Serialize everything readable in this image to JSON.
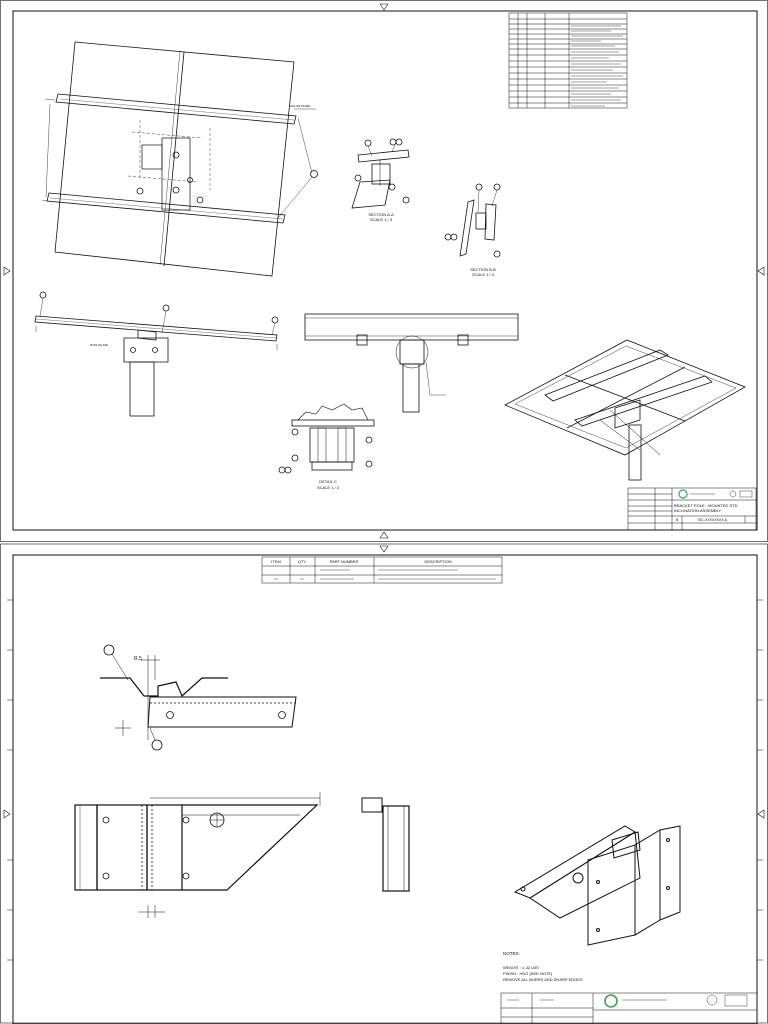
{
  "sheet1": {
    "section_aa_title": "SECTION A-A",
    "section_aa_scale": "SCALE 1 / 3",
    "section_bb_title": "SECTION B-B",
    "section_bb_scale": "SCALE 1 / 4",
    "detail_c_title": "DETAIL C",
    "detail_c_scale": "SCALE 1 / 2",
    "titleblock": {
      "drawing_title_line1": "BRACKET POLE - MOUNTED STD",
      "drawing_title_line2": "INCLINATION ASSEMBLY",
      "drawing_number": "SIC-XXXXXXXX-A",
      "size": "B"
    }
  },
  "sheet2": {
    "bom_headers": [
      "ITEM",
      "QTY",
      "PART NUMBER",
      "DESCRIPTION"
    ],
    "notes_heading": "NOTES:",
    "notes": [
      "WEIGHT : 1.32 LBS",
      "FINISH : HDG (SEE NOTE)",
      "REMOVE ALL BURRS AND SHARP EDGES"
    ]
  },
  "colors": {
    "line": "#111111",
    "paper": "#ffffff",
    "logo": "#3aa84a"
  }
}
